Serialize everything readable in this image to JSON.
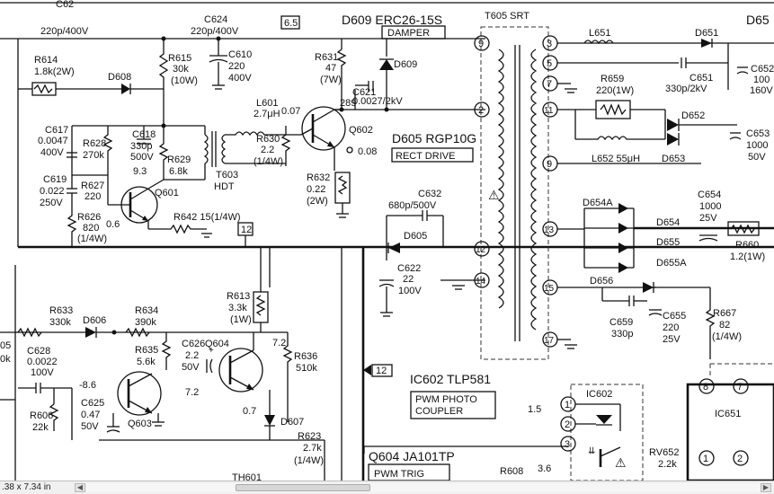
{
  "labels": {
    "top_partial": [
      "C62",
      "220p/400V",
      "C624",
      "220p/400V",
      "6.5",
      "D609 ERC26-15S",
      "DAMPER",
      "T605 SRT",
      "L651",
      "D651",
      "D65"
    ],
    "r614": [
      "R614",
      "1.8k(2W)"
    ],
    "d608": "D608",
    "r615": [
      "R615",
      "30k",
      "(10W)"
    ],
    "c610": [
      "C610",
      "220",
      "400V"
    ],
    "r631": [
      "R631",
      "47",
      "(7W)"
    ],
    "d609": "D609",
    "c621": [
      "C621",
      "0.0027/2kV"
    ],
    "v289": "289",
    "l601": [
      "L601",
      "2.7μH"
    ],
    "v007": "0.07",
    "q602": "Q602",
    "v008": "0.08",
    "c617": [
      "C617",
      "0.0047",
      "400V"
    ],
    "r628": [
      "R628",
      "270k"
    ],
    "c618": [
      "C618",
      "330p",
      "500V"
    ],
    "r629": [
      "R629",
      "6.8k"
    ],
    "r630": [
      "R630",
      "2.2",
      "(1/4W)"
    ],
    "d605": [
      "D605 RGP10G",
      "RECT DRIVE"
    ],
    "t603": [
      "T603",
      "HDT"
    ],
    "v93": "9.3",
    "q601": "Q601",
    "c619": [
      "C619",
      "0.022",
      "250V"
    ],
    "r627": [
      "R627",
      "220"
    ],
    "r626": [
      "R626",
      "820",
      "(1/4W)"
    ],
    "v06": "0.6",
    "r642": "R642 15(1/4W)",
    "node12": "12",
    "r632": [
      "R632",
      "0.22",
      "(2W)"
    ],
    "warning": "⚠",
    "c632": [
      "C632",
      "680p/500V"
    ],
    "d605b": "D605",
    "c622": [
      "C622",
      "22",
      "100V"
    ],
    "pins": [
      "9",
      "2",
      "12",
      "14",
      "3",
      "5",
      "7",
      "11",
      "9",
      "13",
      "15",
      "17"
    ],
    "r659": [
      "R659",
      "220(1W)"
    ],
    "c651": [
      "C651",
      "330p/2kV"
    ],
    "c652": [
      "C652",
      "100",
      "160V"
    ],
    "d652": "D652",
    "c653": [
      "C653",
      "1000",
      "50V"
    ],
    "l652": "L652  55μH",
    "d653": "D653",
    "d654a": "D654A",
    "d654": "D654",
    "d655": "D655",
    "d655a": "D655A",
    "c654": [
      "C654",
      "1000",
      "25V"
    ],
    "r660": [
      "R660",
      "1.2(1W)"
    ],
    "d656": "D656",
    "c659": [
      "C659",
      "330p"
    ],
    "c655": [
      "C655",
      "220",
      "25V"
    ],
    "r667": [
      "R667",
      "82",
      "(1/4W)"
    ],
    "r633": [
      "R633",
      "330k"
    ],
    "d606": "D606",
    "r634": [
      "R634",
      "390k"
    ],
    "r613": [
      "R613",
      "3.3k",
      "(1W)"
    ],
    "r05": [
      "05",
      "0k"
    ],
    "c628": [
      "C628",
      "0.0022",
      "100V"
    ],
    "r635": [
      "R635",
      "5.6k"
    ],
    "c626": [
      "C626",
      "2.2",
      "50V"
    ],
    "q604": "Q604",
    "v72a": "7.2",
    "v72b": "7.2",
    "r636": [
      "R636",
      "510k"
    ],
    "vm86": "-8.6",
    "c625": [
      "C625",
      "0.47",
      "50V"
    ],
    "q603": "Q603",
    "v07": "0.7",
    "d607": "D607",
    "r606": [
      "R606",
      "22k"
    ],
    "r623": [
      "R623",
      "2.7k",
      "(1/4W)"
    ],
    "th601": "TH601",
    "node12b": "12",
    "ic602_title": "IC602  TLP581",
    "ic602_box": [
      "PWM PHOTO",
      "COUPLER"
    ],
    "ic602": "IC602",
    "v15": "1.5",
    "q604_title": "Q604  JA101TP",
    "pwm_trig": "PWM TRIG",
    "r608": [
      "R608",
      "3.6"
    ],
    "ic651": "IC651",
    "ic651_pins": [
      "8",
      "7"
    ],
    "rv652": [
      "RV652",
      "2.2k"
    ],
    "bottom_pins": [
      "1",
      "2"
    ]
  },
  "statusbar": {
    "dims": ".38 x 7.34 in",
    "scroll_left": "◀",
    "scroll_right": "▶"
  }
}
